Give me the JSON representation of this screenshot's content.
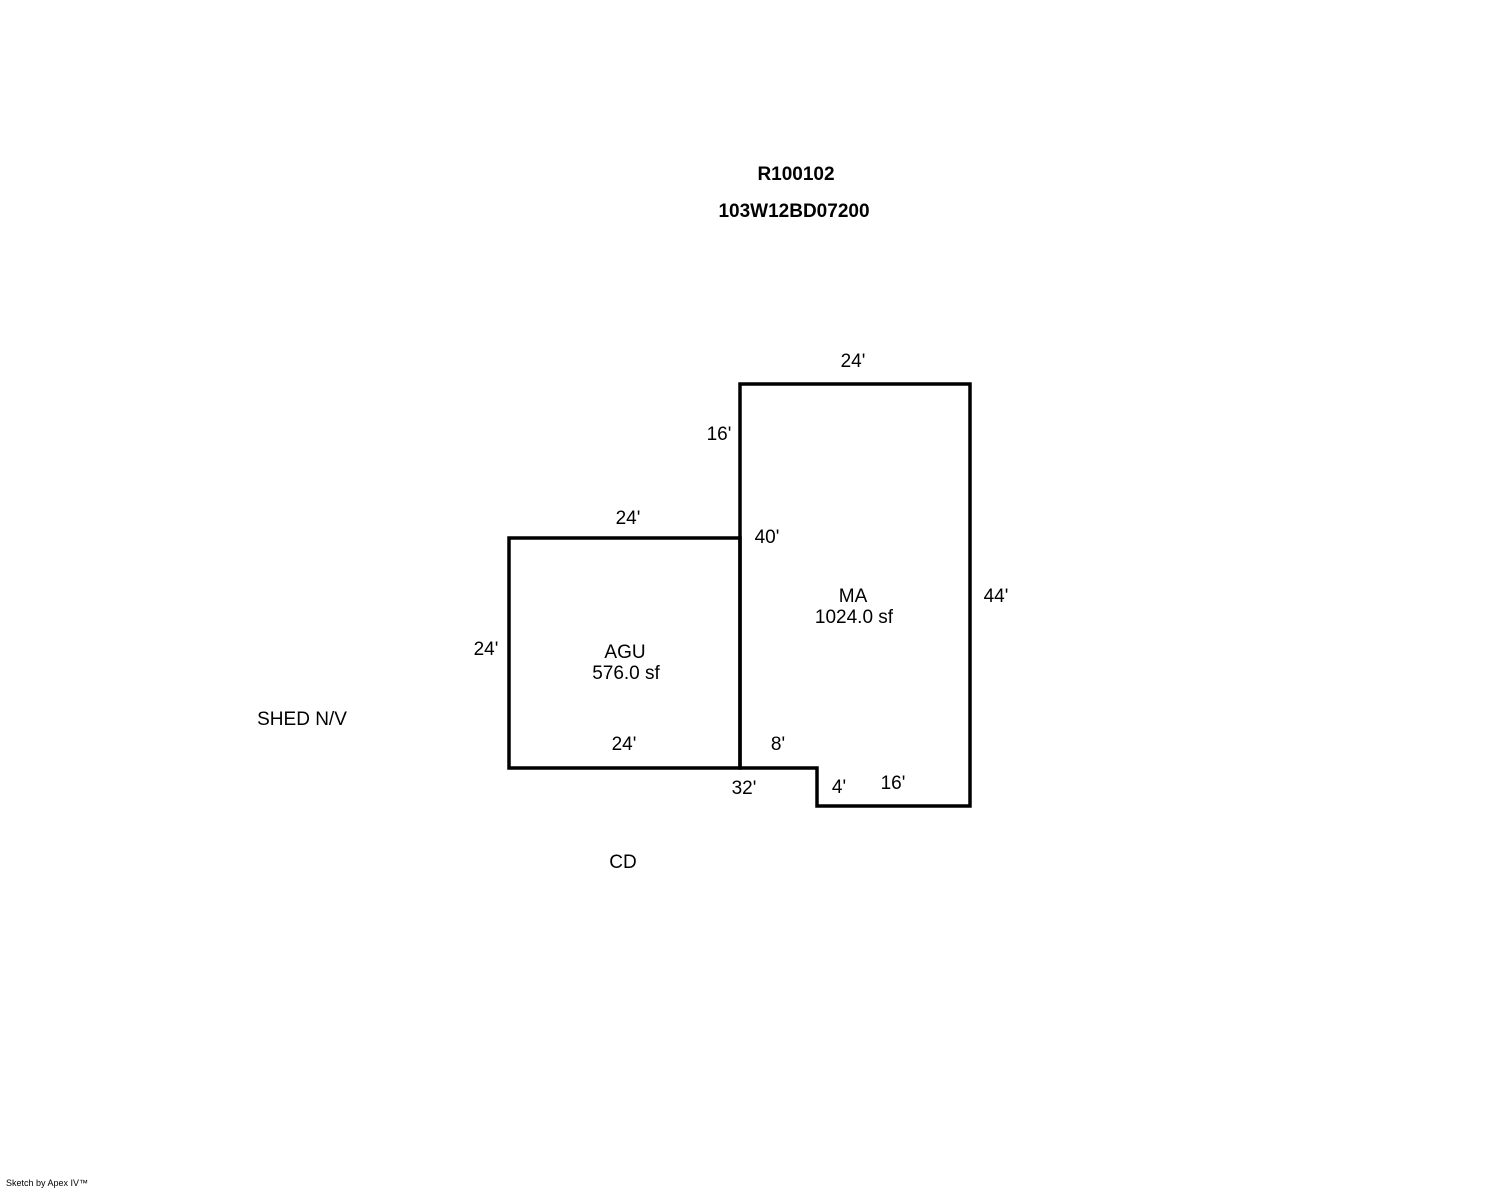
{
  "header": {
    "account": "R100102",
    "map_tax_lot": "103W12BD07200"
  },
  "areas": {
    "ma": {
      "code": "MA",
      "area": "1024.0 sf"
    },
    "agu": {
      "code": "AGU",
      "area": "576.0 sf"
    }
  },
  "dimensions": {
    "ma_top": "24'",
    "ma_left_upper": "16'",
    "ma_left_total": "40'",
    "ma_right": "44'",
    "ma_bottom_left": "8'",
    "ma_notch": "4'",
    "ma_bottom_right": "16'",
    "ma_base_combined": "32'",
    "agu_top": "24'",
    "agu_left": "24'",
    "agu_bottom": "24'"
  },
  "notes": {
    "shed": "SHED N/V",
    "cd": "CD"
  },
  "footer": {
    "credit": "Sketch by Apex IV™"
  }
}
